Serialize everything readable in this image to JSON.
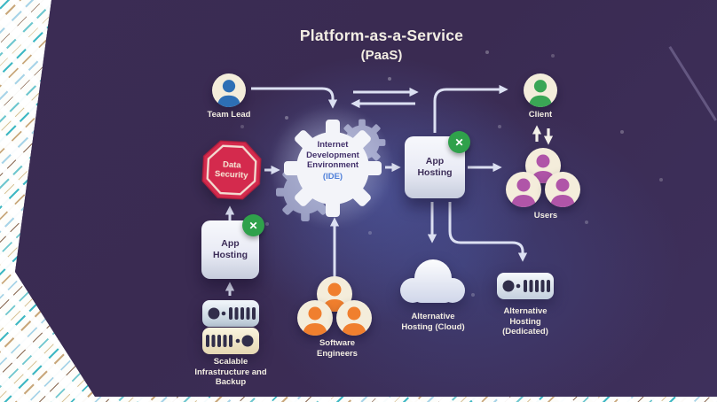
{
  "title": {
    "line1": "Platform-as-a-Service",
    "line2": "(PaaS)"
  },
  "nodes": {
    "team_lead": {
      "label": "Team Lead",
      "icon": "person-icon",
      "person_color": "#2d6fb5"
    },
    "client": {
      "label": "Client",
      "icon": "person-icon",
      "person_color": "#3aa655"
    },
    "users": {
      "label": "Users",
      "icon": "people-group-icon",
      "person_color": "#b055a8"
    },
    "software_engineers": {
      "label": "Software Engineers",
      "icon": "people-group-icon",
      "person_color": "#f07f2e"
    },
    "data_security": {
      "label": "Data Security",
      "icon": "stop-sign-icon",
      "color": "#d42a4d"
    },
    "ide": {
      "line1": "Internet",
      "line2": "Development",
      "line3": "Environment",
      "line4": "(IDE)",
      "icon": "gears-icon"
    },
    "app_hosting_main": {
      "label": "App Hosting",
      "badge": "✕",
      "icon": "app-box-icon",
      "badge_color": "#2fa14b"
    },
    "app_hosting_left": {
      "label": "App Hosting",
      "badge": "✕",
      "icon": "app-box-icon",
      "badge_color": "#2fa14b"
    },
    "alt_hosting_cloud": {
      "label": "Alternative Hosting (Cloud)",
      "icon": "cloud-icon"
    },
    "alt_hosting_dedicated": {
      "label": "Alternative Hosting (Dedicated)",
      "icon": "server-icon"
    },
    "scalable_infrastructure": {
      "label": "Scalable Infrastructure and Backup",
      "icon": "server-stack-icon"
    }
  },
  "connections": [
    "team-lead to ide",
    "ide to app-hosting (bidirectional top)",
    "app-hosting to client",
    "ide to app-hosting",
    "app-hosting to users",
    "app-hosting to alternative-hosting-cloud",
    "app-hosting to alternative-hosting-dedicated",
    "software-engineers to ide",
    "data-security to ide",
    "app-hosting-left to data-security",
    "scalable-infrastructure to app-hosting-left",
    "client to users (sync)"
  ],
  "colors": {
    "background": "#3a2b52",
    "arrow": "#dce0f2",
    "glow_blue": "#56649e",
    "red": "#d42a4d",
    "green_badge": "#2fa14b",
    "stripe_teal": "#3fb8c4",
    "stripe_tan": "#c9a87c",
    "stripe_blue": "#a8d4e8"
  }
}
